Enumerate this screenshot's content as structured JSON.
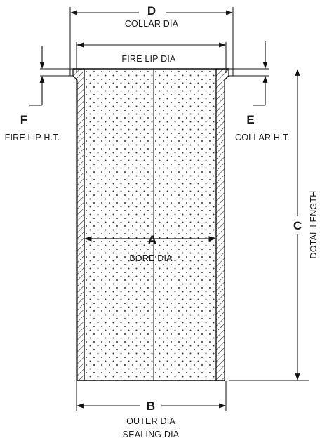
{
  "labels": {
    "d": "D",
    "collar_dia": "COLLAR DIA",
    "fire_lip_dia": "FIRE LIP DIA",
    "f": "F",
    "fire_lip_ht": "FIRE LIP H.T.",
    "e": "E",
    "collar_ht": "COLLAR H.T.",
    "a": "A",
    "bore_dia": "BORE DIA",
    "c": "C",
    "dotal_length": "DOTAL LENGTH",
    "b": "B",
    "outer_dia": "OUTER DIA",
    "sealing_dia": "SEALING DIA"
  }
}
